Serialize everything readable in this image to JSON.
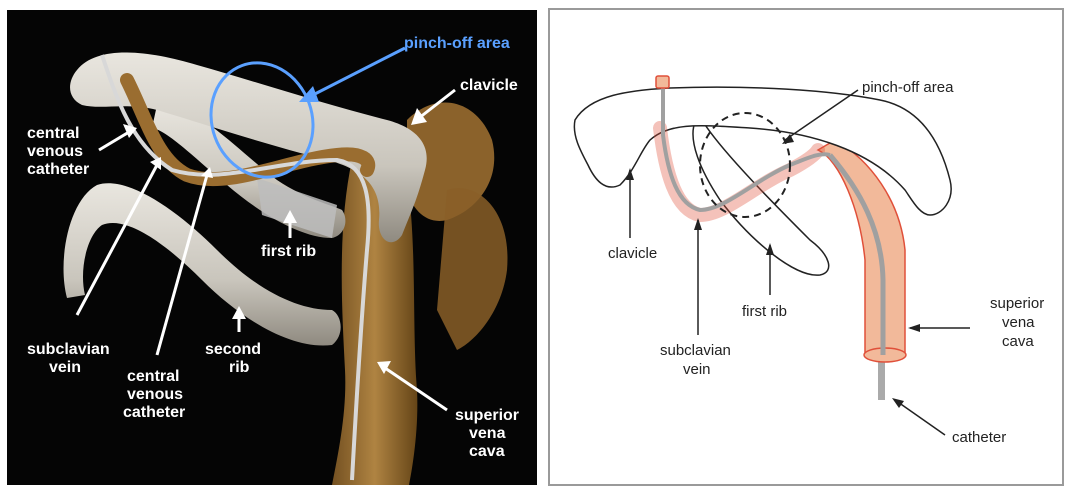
{
  "left_panel": {
    "labels": {
      "pinch_off": "pinch-off area",
      "clavicle": "clavicle",
      "cvc_top_1": "central",
      "cvc_top_2": "venous",
      "cvc_top_3": "catheter",
      "first_rib": "first rib",
      "subclavian_1": "subclavian",
      "subclavian_2": "vein",
      "cvc_bot_1": "central",
      "cvc_bot_2": "venous",
      "cvc_bot_3": "catheter",
      "second_rib_1": "second",
      "second_rib_2": "rib",
      "svc_1": "superior",
      "svc_2": "vena",
      "svc_3": "cava"
    }
  },
  "right_panel": {
    "labels": {
      "pinch_off": "pinch-off area",
      "clavicle": "clavicle",
      "first_rib": "first rib",
      "subclavian_1": "subclavian",
      "subclavian_2": "vein",
      "svc_1": "superior",
      "svc_2": "vena",
      "svc_3": "cava",
      "catheter": "catheter"
    }
  },
  "colors": {
    "highlight_blue": "#5aa0ff",
    "vein_red": "#e0503a",
    "vein_fill": "#f2b99a"
  }
}
